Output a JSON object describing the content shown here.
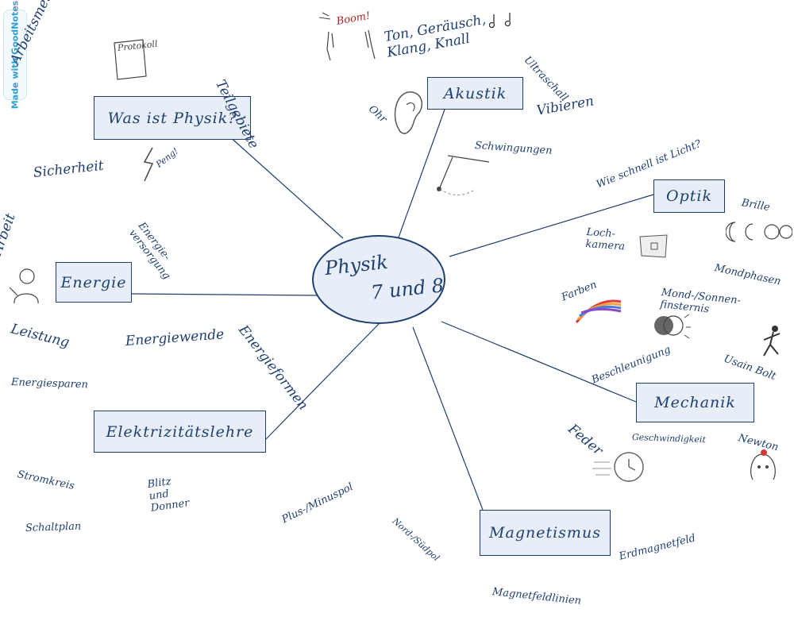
{
  "badge": {
    "text": "Made with GoodNotes"
  },
  "colors": {
    "ink": "#1f3f6e",
    "box_fill": "#e7eef7",
    "red_ink": "#b02222"
  },
  "center": {
    "line1": "Physik",
    "line2": "7 und 8"
  },
  "topics": {
    "was_ist_physik": "Was ist Physik?",
    "akustik": "Akustik",
    "optik": "Optik",
    "energie": "Energie",
    "elektrizitaetslehre": "Elektrizitätslehre",
    "mechanik": "Mechanik",
    "magnetismus": "Magnetismus"
  },
  "notes": {
    "arbeitsmethoden": "Arbeitsmethoden",
    "protokoll": "Protokoll",
    "teilgebiete": "Teilgebiete",
    "sicherheit": "Sicherheit",
    "peng": "Peng!",
    "boom": "Boom!",
    "ton": "Ton, Geräusch,\nKlang, Knall",
    "ultraschall": "Ultraschall",
    "ohr": "Ohr",
    "vibieren": "Vibieren",
    "schwingungen": "Schwingungen",
    "wie_schnell": "Wie schnell ist Licht?",
    "brille": "Brille",
    "lochkamera": "Loch-\nkamera",
    "mondphasen": "Mondphasen",
    "farben": "Farben",
    "finsternis": "Mond-/Sonnen-\nfinsternis",
    "beschleunigung": "Beschleunigung",
    "usain_bolt": "Usain Bolt",
    "feder": "Feder",
    "geschwindigkeit": "Geschwindigkeit",
    "newton": "Newton",
    "arbeit": "Arbeit",
    "energieversorgung": "Energie-\nversorgung",
    "leistung": "Leistung",
    "energiewende": "Energiewende",
    "energieformen": "Energieformen",
    "energiesparen": "Energiesparen",
    "stromkreis": "Stromkreis",
    "blitz": "Blitz\nund\nDonner",
    "plus_minus": "Plus-/Minuspol",
    "schaltplan": "Schaltplan",
    "nord_sued": "Nord-/Südpol",
    "erdmagnetfeld": "Erdmagnetfeld",
    "magnetfeldlinien": "Magnetfeldlinien"
  }
}
